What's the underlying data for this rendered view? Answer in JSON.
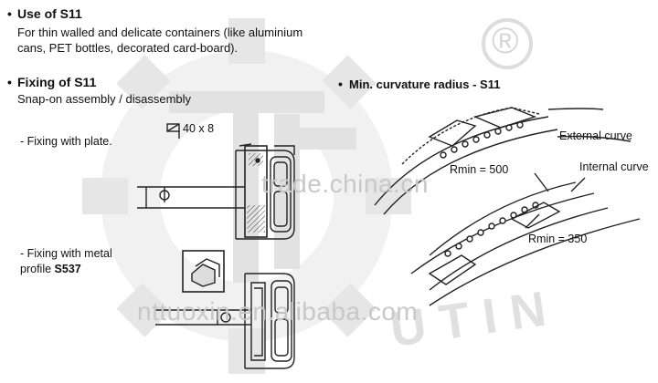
{
  "sections": {
    "use": {
      "bullet": "•",
      "title": "Use of  S11",
      "lines": [
        "For thin walled and delicate containers (like aluminium",
        "cans, PET bottles, decorated card-board)."
      ]
    },
    "fixing": {
      "bullet": "•",
      "title": "Fixing of  S11",
      "subtitle": "Snap-on assembly / disassembly",
      "plate_label": "- Fixing with plate.",
      "metal_label_line1": "- Fixing with metal",
      "metal_label_line2_prefix": "profile ",
      "metal_label_line2_code": "S537",
      "dimension_label": "40 x 8"
    },
    "curvature": {
      "bullet": "•",
      "title": "Min. curvature radius  - S11",
      "external": "External curve",
      "internal": "Internal curve",
      "rmin_external": "Rmin = 500",
      "rmin_internal": "Rmin = 350"
    }
  },
  "watermarks": {
    "top": "trade.china.cn",
    "bottom": "nttuoxin.en.alibaba.com",
    "registered": "®"
  },
  "colors": {
    "text": "#111111",
    "line_art": "#222222",
    "watermark": "#c8c8c8",
    "hatch": "#555555"
  }
}
